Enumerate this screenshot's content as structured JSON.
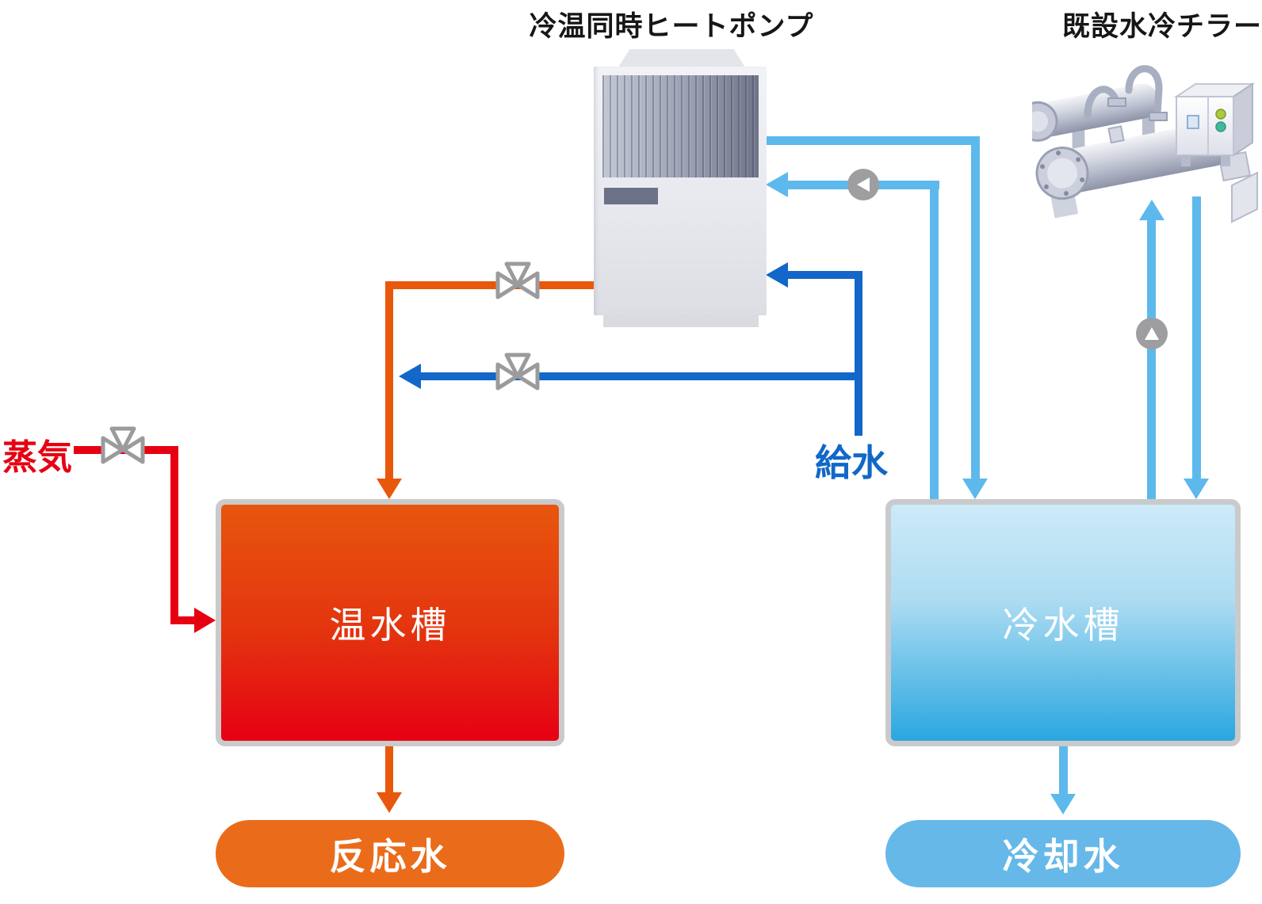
{
  "titles": {
    "heat_pump": "冷温同時ヒートポンプ",
    "chiller": "既設水冷チラー"
  },
  "labels": {
    "steam": "蒸気",
    "feed_water": "給水"
  },
  "tanks": {
    "hot_label": "温水槽",
    "cold_label": "冷水槽"
  },
  "outputs": {
    "hot_label": "反応水",
    "cold_label": "冷却水"
  },
  "icons": {
    "valve": "valve-icon (gate valve: double-triangle bowtie with top stem triangle, gray outline)",
    "pump": "pump-icon (gray circle with white flow-direction triangle)",
    "arrows": "flow arrowheads colored per line"
  },
  "colors": {
    "steam_red": "#e60012",
    "hot_water_orange": "#e8580c",
    "feed_water_blue": "#1267c8",
    "chilled_water_blue": "#5db9ec",
    "hot_tank_gradient_top": "#e7560e",
    "hot_tank_gradient_bottom": "#e60013",
    "cold_tank_gradient_top": "#cdeaf8",
    "cold_tank_gradient_bottom": "#29a7e0",
    "reaction_pill_orange": "#ea6c1a",
    "cooling_pill_blue": "#66b8e9",
    "equipment_gray": "#9e9ea0",
    "tank_border_gray": "#c9cacc"
  }
}
